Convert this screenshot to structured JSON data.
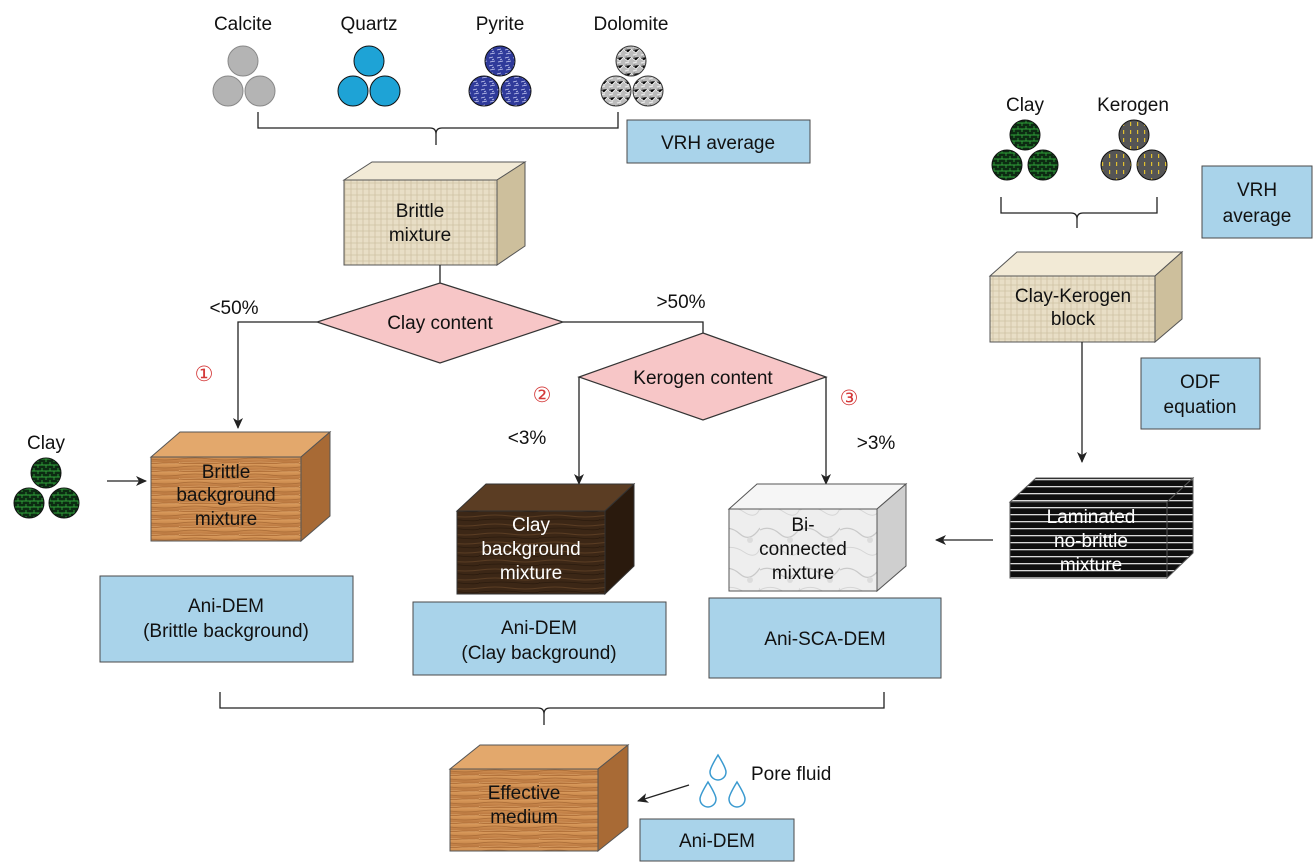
{
  "minerals": [
    "Calcite",
    "Quartz",
    "Pyrite",
    "Dolomite"
  ],
  "vrh_average_top": "VRH average",
  "brittle_mixture": [
    "Brittle",
    "mixture"
  ],
  "clay_content": "Clay content",
  "lt50": "<50%",
  "gt50": ">50%",
  "kerogen_content": "Kerogen content",
  "lt3": "<3%",
  "gt3": ">3%",
  "markers": [
    "①",
    "②",
    "③"
  ],
  "clay_label_left": "Clay",
  "brittle_background_mixture": [
    "Brittle",
    "background",
    "mixture"
  ],
  "clay_background_mixture": [
    "Clay",
    "background",
    "mixture"
  ],
  "biconnected_mixture": [
    "Bi-",
    "connected",
    "mixture"
  ],
  "ani_dem_brittle": [
    "Ani-DEM",
    "(Brittle background)"
  ],
  "ani_dem_clay": [
    "Ani-DEM",
    "(Clay background)"
  ],
  "ani_sca_dem": "Ani-SCA-DEM",
  "right_clay": "Clay",
  "right_kerogen": "Kerogen",
  "vrh_average_right": [
    "VRH",
    "average"
  ],
  "clay_kerogen_block": [
    "Clay-Kerogen",
    "block"
  ],
  "odf_equation": [
    "ODF",
    "equation"
  ],
  "laminated": [
    "Laminated",
    "no-brittle",
    "mixture"
  ],
  "effective_medium": [
    "Effective",
    "medium"
  ],
  "pore_fluid": "Pore fluid",
  "ani_dem_bottom": "Ani-DEM",
  "colors": {
    "blue_box": "#a9d3ea",
    "diamond": "#f7c6c7",
    "calcite": "#b4b4b4",
    "quartz": "#1ea3d6",
    "pyrite": "#2f3a9a",
    "dolomite": "#bdbdbd",
    "clay": "#0f3a17",
    "kerogen": "#5a5a5a",
    "beige": "#e6dcc4",
    "wood": "#c98b4e",
    "dark_wood": "#3b2717",
    "marble": "#ececec",
    "laminated": "#111111",
    "marker": "#d43a3a"
  }
}
